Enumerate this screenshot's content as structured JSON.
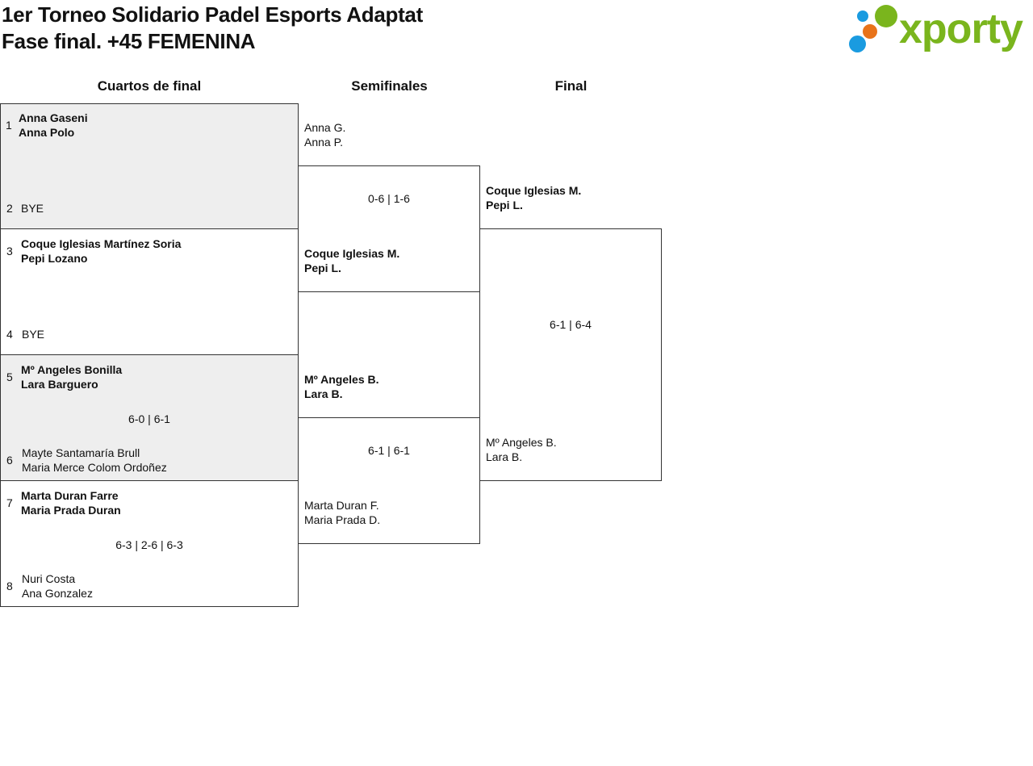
{
  "header": {
    "title": "1er Torneo Solidario Padel Esports Adaptat",
    "subtitle": "Fase final. +45 FEMENINA"
  },
  "logo": {
    "text": "xporty",
    "color": "#7ab51d",
    "dot_colors": [
      "#7ab51d",
      "#1a9be0",
      "#e8731a",
      "#1a9be0"
    ]
  },
  "columns": [
    "Cuartos de final",
    "Semifinales",
    "Final"
  ],
  "quarterfinals": [
    {
      "seed_a": "1",
      "team_a": [
        "Anna Gaseni",
        "Anna Polo"
      ],
      "seed_b": "2",
      "team_b": [
        "BYE"
      ],
      "score": "",
      "winner": "a"
    },
    {
      "seed_a": "3",
      "team_a": [
        "Coque Iglesias Martínez Soria",
        "Pepi Lozano"
      ],
      "seed_b": "4",
      "team_b": [
        "BYE"
      ],
      "score": "",
      "winner": "a"
    },
    {
      "seed_a": "5",
      "team_a": [
        "Mº Angeles Bonilla",
        "Lara Barguero"
      ],
      "seed_b": "6",
      "team_b": [
        "Mayte Santamaría Brull",
        "Maria Merce Colom Ordoñez"
      ],
      "score": "6-0 | 6-1",
      "winner": "a"
    },
    {
      "seed_a": "7",
      "team_a": [
        "Marta Duran Farre",
        "Maria Prada Duran"
      ],
      "seed_b": "8",
      "team_b": [
        "Nuri Costa",
        "Ana Gonzalez"
      ],
      "score": "6-3 | 2-6 | 6-3",
      "winner": "a"
    }
  ],
  "semifinals": [
    {
      "team_a": [
        "Anna G.",
        "Anna P."
      ],
      "team_b": [
        "Coque Iglesias M.",
        "Pepi L."
      ],
      "score": "0-6 | 1-6",
      "winner": "b"
    },
    {
      "team_a": [
        "Mº Angeles B.",
        "Lara B."
      ],
      "team_b": [
        "Marta Duran F.",
        "Maria Prada D."
      ],
      "score": "6-1 | 6-1",
      "winner": "a"
    }
  ],
  "final": {
    "team_a": [
      "Coque Iglesias M.",
      "Pepi L."
    ],
    "team_b": [
      "Mº Angeles B.",
      "Lara B."
    ],
    "score": "6-1 | 6-4",
    "winner": "a"
  }
}
